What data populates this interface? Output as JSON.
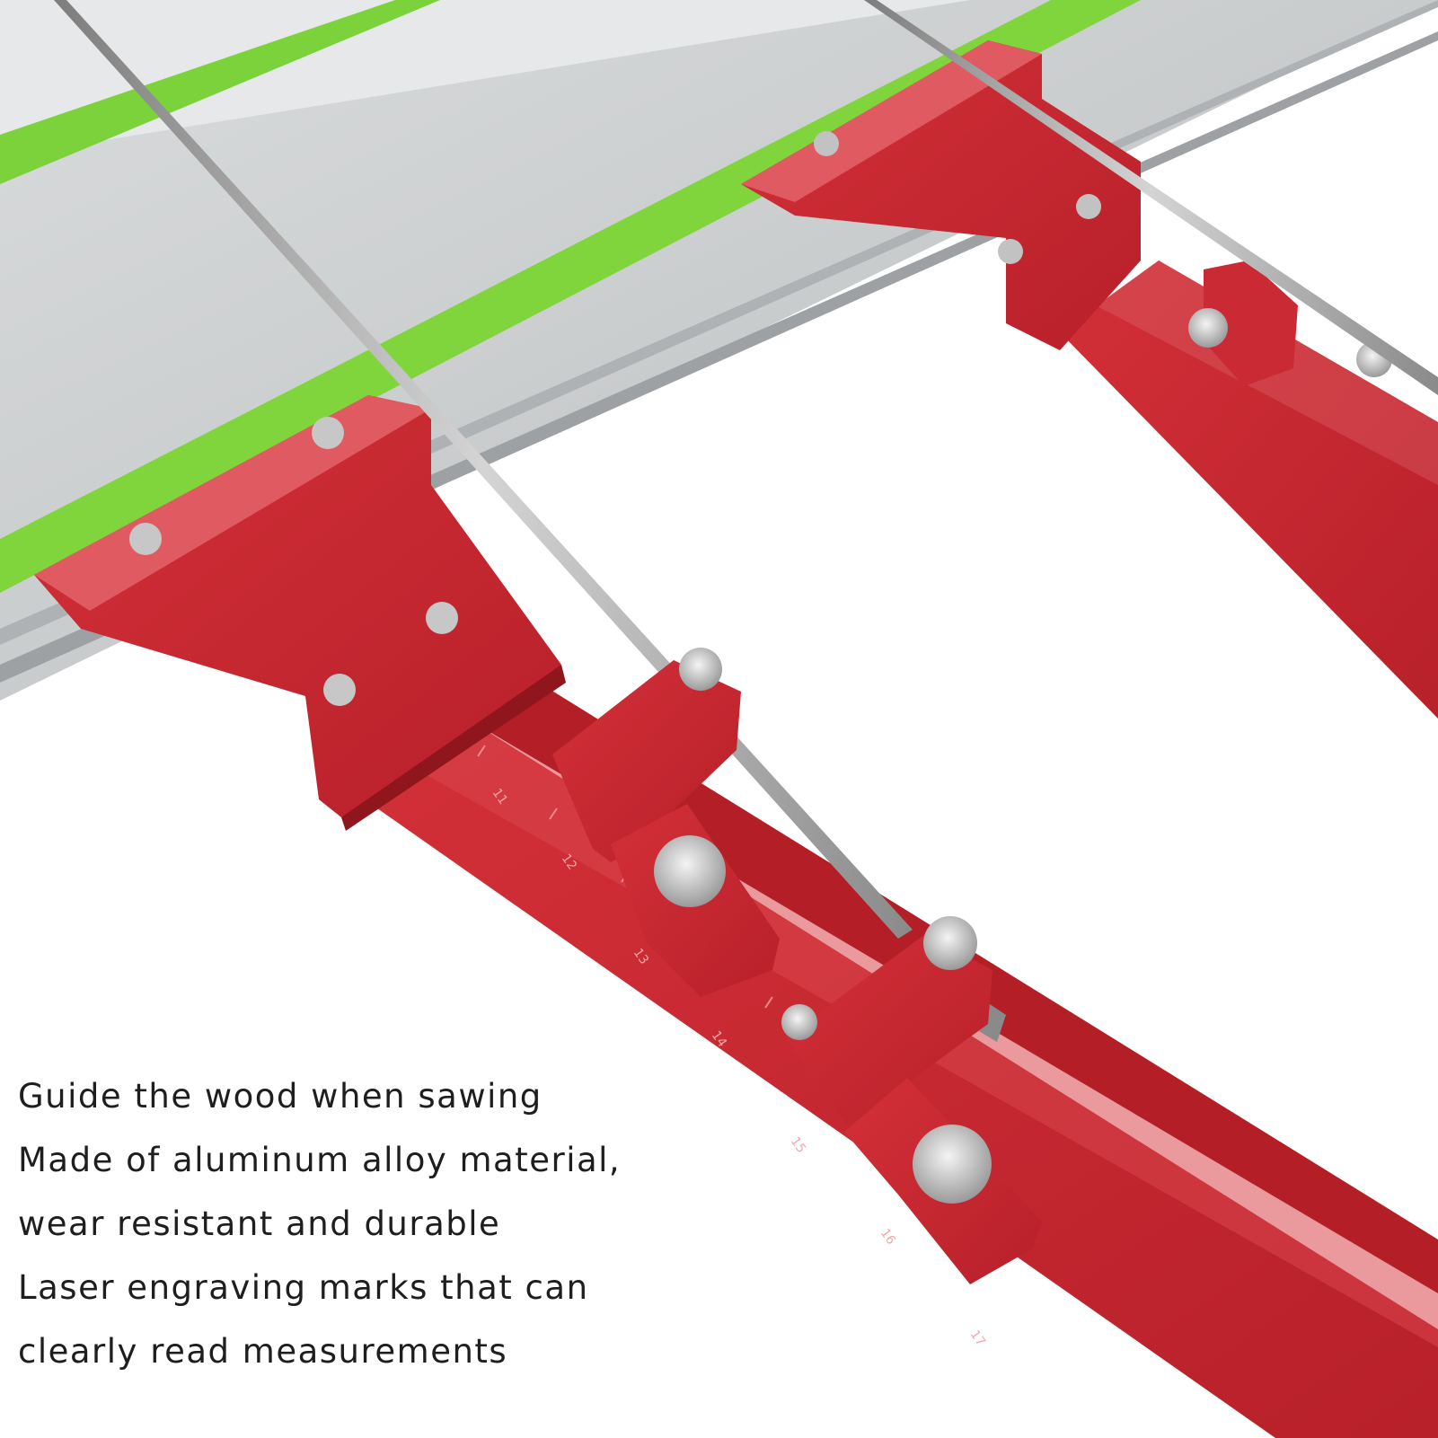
{
  "caption": {
    "lines": [
      "Guide the wood when sawing",
      "Made of aluminum alloy material,",
      "wear resistant and durable",
      "Laser engraving marks that can",
      "clearly read measurements"
    ]
  },
  "ruler": {
    "left_numbers": [
      "11",
      "12",
      "13",
      "14",
      "15",
      "16",
      "17"
    ]
  },
  "colors": {
    "rail_red": "#c8262f",
    "rail_red_dark": "#9c1c22",
    "aluminum": "#cfd2d4",
    "guide_green": "#7cd23a",
    "rod_steel": "#a8a8a8"
  }
}
